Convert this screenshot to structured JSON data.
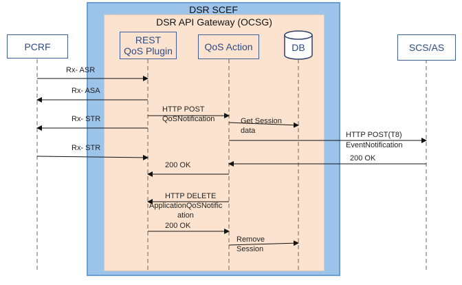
{
  "containers": {
    "outer_title": "DSR SCEF",
    "inner_title": "DSR API Gateway (OCSG)"
  },
  "actors": {
    "pcrf": "PCRF",
    "rest_plugin_line1": "REST",
    "rest_plugin_line2": "QoS Plugin",
    "qos_action": "QoS Action",
    "db": "DB",
    "scs_as": "SCS/AS"
  },
  "messages": [
    {
      "from": "pcrf",
      "to": "rest",
      "lines": [
        "Rx- ASR"
      ]
    },
    {
      "from": "rest",
      "to": "pcrf",
      "lines": [
        "Rx- ASA"
      ]
    },
    {
      "from": "rest",
      "to": "qos",
      "lines": [
        "HTTP POST",
        "QoSNotification"
      ]
    },
    {
      "from": "rest",
      "to": "pcrf",
      "lines": [
        "Rx- STR"
      ]
    },
    {
      "from": "qos",
      "to": "db",
      "lines": [
        "Get Session",
        "data"
      ]
    },
    {
      "from": "qos",
      "to": "scs",
      "lines": [
        "HTTP POST(T8)",
        "EventNotification"
      ]
    },
    {
      "from": "pcrf",
      "to": "rest",
      "lines": [
        "Rx- STR"
      ]
    },
    {
      "from": "scs",
      "to": "qos",
      "lines": [
        "200 OK"
      ]
    },
    {
      "from": "qos",
      "to": "rest",
      "lines": [
        "200 OK"
      ]
    },
    {
      "from": "qos",
      "to": "rest",
      "lines": [
        "HTTP DELETE",
        "ApplicationQoSNotific",
        "ation"
      ]
    },
    {
      "from": "rest",
      "to": "qos",
      "lines": [
        "200 OK"
      ]
    },
    {
      "from": "qos",
      "to": "db",
      "lines": [
        "Remove",
        "Session"
      ]
    }
  ]
}
